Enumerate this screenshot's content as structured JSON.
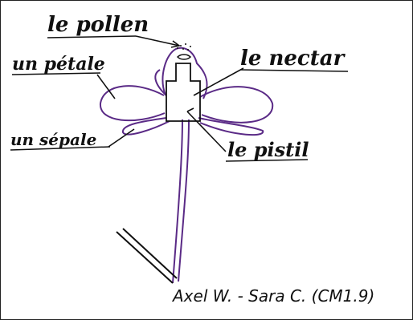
{
  "labels": {
    "pollen": "le pollen",
    "petal": "un pétale",
    "nectar": "le nectar",
    "sepal": "un sépale",
    "pistil": "le pistil"
  },
  "caption": "Axel W. - Sara C. (CM1.9)",
  "colors": {
    "ink": "#111111",
    "flower": "#5a2a86",
    "background": "#ffffff"
  }
}
